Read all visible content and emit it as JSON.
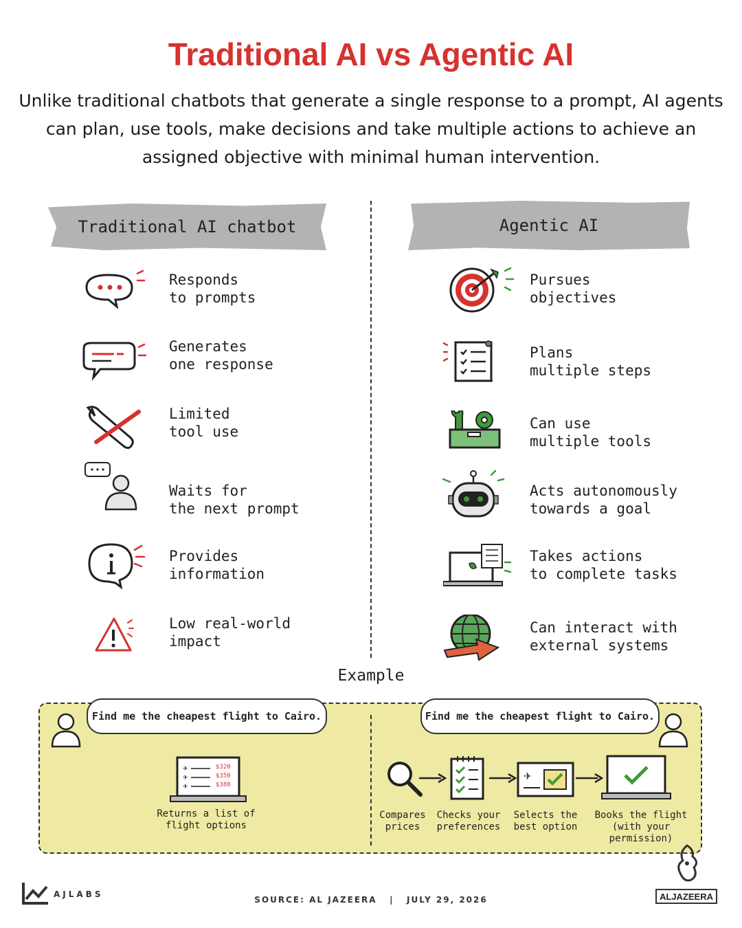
{
  "header": {
    "title": "Traditional AI vs Agentic AI",
    "subtitle": "Unlike traditional chatbots that generate a single response to a prompt, AI agents can plan, use tools, make decisions and take multiple actions to achieve an assigned objective with minimal human intervention."
  },
  "columns": {
    "left_heading": "Traditional AI chatbot",
    "right_heading": "Agentic AI"
  },
  "traditional": [
    {
      "label": "Responds\nto prompts",
      "icon": "chat-bubble-dots-icon"
    },
    {
      "label": "Generates\none response",
      "icon": "chat-bubble-lines-icon"
    },
    {
      "label": "Limited\ntool use",
      "icon": "crossed-wrench-icon"
    },
    {
      "label": "Waits for\nthe next prompt",
      "icon": "waiting-user-icon"
    },
    {
      "label": "Provides\ninformation",
      "icon": "info-bubble-icon"
    },
    {
      "label": "Low real-world\nimpact",
      "icon": "warning-icon"
    }
  ],
  "agentic": [
    {
      "label": "Pursues\nobjectives",
      "icon": "target-icon"
    },
    {
      "label": "Plans\nmultiple steps",
      "icon": "checklist-icon"
    },
    {
      "label": "Can use\nmultiple tools",
      "icon": "toolbox-icon"
    },
    {
      "label": "Acts autonomously\ntowards a goal",
      "icon": "robot-icon"
    },
    {
      "label": "Takes actions\nto complete tasks",
      "icon": "laptop-checklist-icon"
    },
    {
      "label": "Can interact with\nexternal systems",
      "icon": "globe-arrow-icon"
    }
  ],
  "example": {
    "title": "Example",
    "prompt_left": "Find me the cheapest flight to Cairo.",
    "prompt_right": "Find me the cheapest flight to Cairo.",
    "prices": [
      "$320",
      "$350",
      "$380"
    ],
    "left_result": "Returns a list of\nflight options",
    "steps": [
      "Compares\nprices",
      "Checks your\npreferences",
      "Selects the\nbest option",
      "Books the flight\n(with your permission)"
    ]
  },
  "footer": {
    "brand": "AJLABS",
    "source": "SOURCE: AL JAZEERA   |   JULY 29, 2026",
    "logo_text": "ALJAZEERA"
  },
  "colors": {
    "accent_red": "#d6322e",
    "accent_green": "#3f9a3a",
    "heading_gray": "#b3b3b3",
    "example_bg": "#eeeaa3"
  }
}
